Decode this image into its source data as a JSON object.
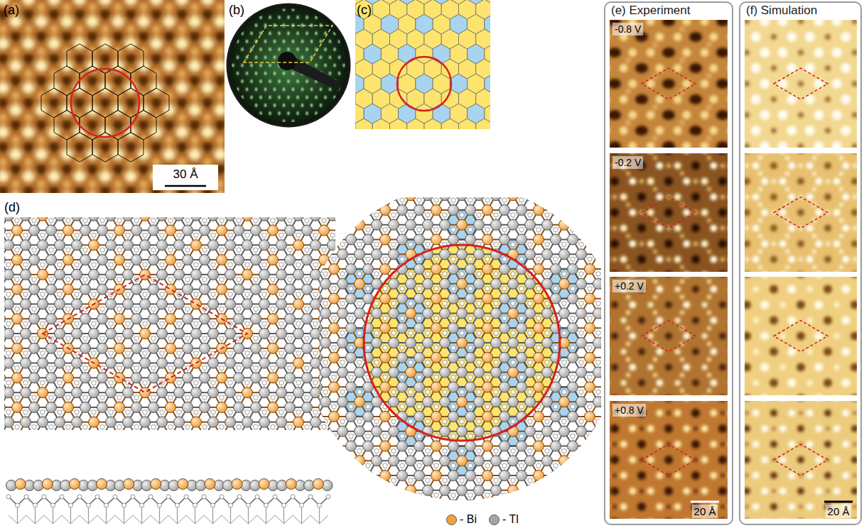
{
  "diagram": {
    "nodes": [
      {
        "text": [
          "(e) Experiment"
        ]
      },
      {
        "text": [
          "(f) Simulation"
        ]
      }
    ],
    "labels": [
      "(a)",
      "30 Å",
      "(b)",
      "(c)",
      "(d)",
      "-0.8 V",
      "-0.2 V",
      "+0.2 V",
      "+0.8 V",
      "20 Å",
      "20 Å"
    ],
    "legend": [
      {
        "text": "- Bi",
        "color": "#f0a040"
      },
      {
        "text": "- Tl",
        "color": "#a6a6a6"
      }
    ]
  }
}
